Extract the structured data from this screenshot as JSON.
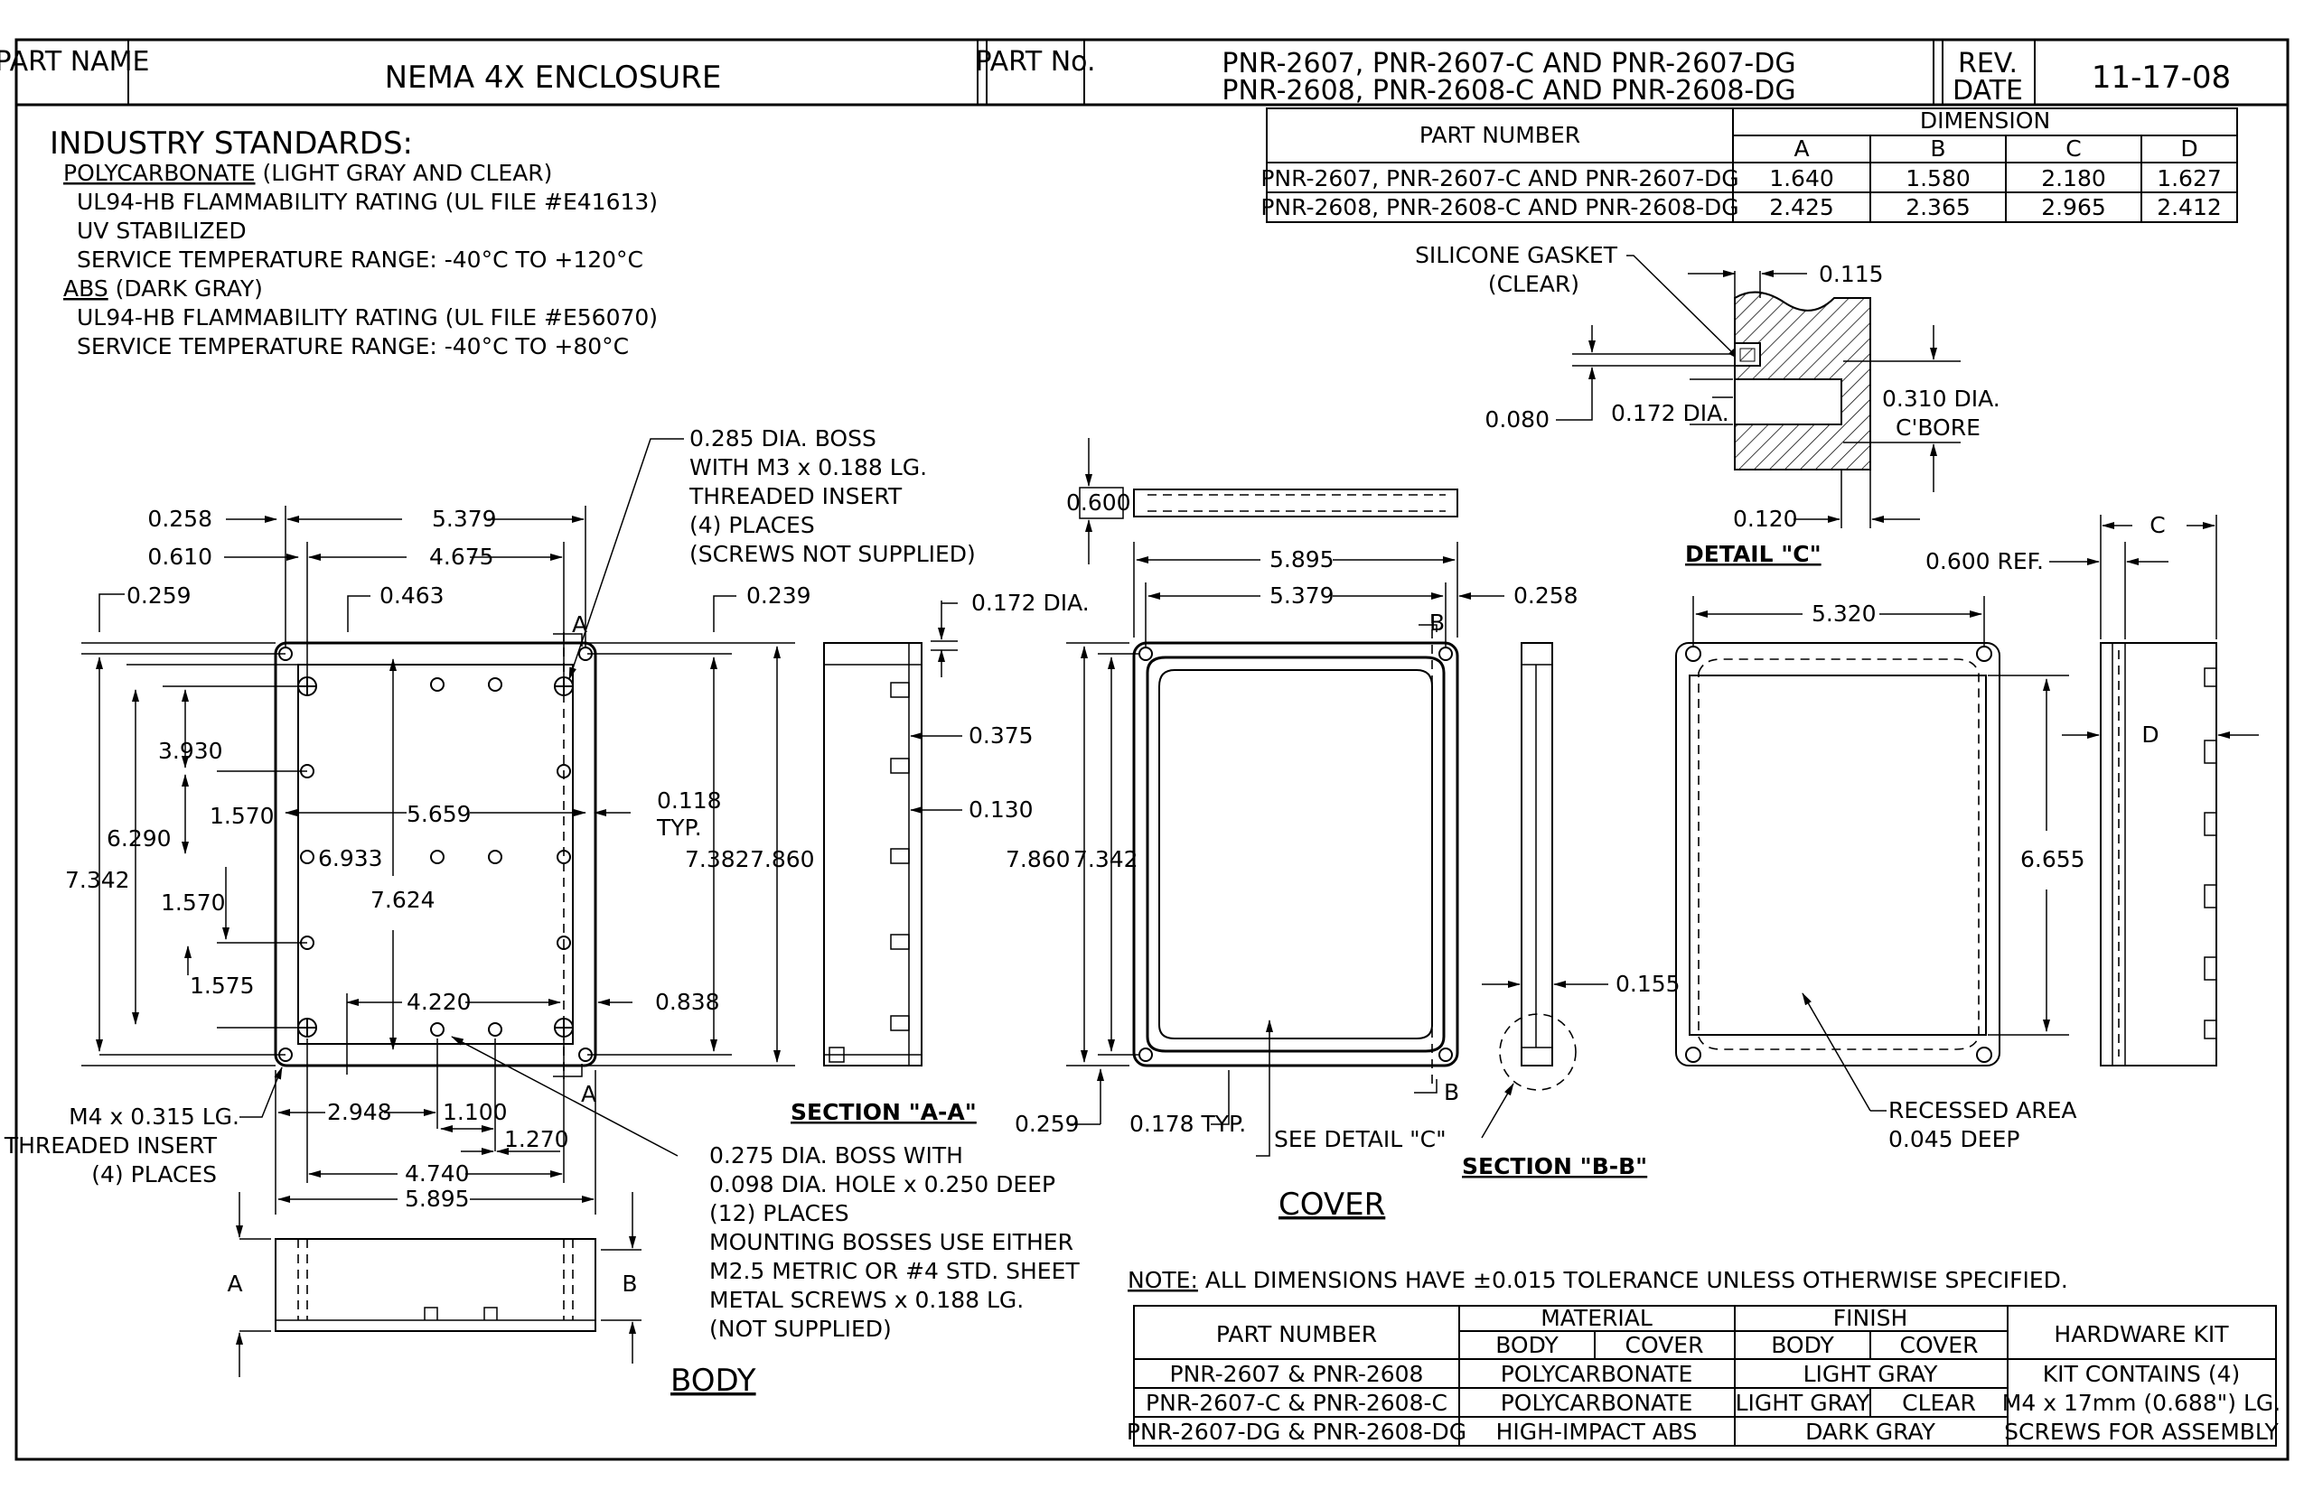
{
  "title_block": {
    "part_name_label": "PART NAME",
    "part_name": "NEMA 4X ENCLOSURE",
    "part_no_label": "PART No.",
    "part_no_line1": "PNR-2607,  PNR-2607-C  AND  PNR-2607-DG",
    "part_no_line2": "PNR-2608,  PNR-2608-C  AND  PNR-2608-DG",
    "rev_label": "REV.",
    "date_label": "DATE",
    "date": "11-17-08"
  },
  "standards": {
    "heading": "INDUSTRY STANDARDS:",
    "pc_name": "POLYCARBONATE",
    "pc_suffix": " (LIGHT GRAY AND CLEAR)",
    "pc_line1": "UL94-HB FLAMMABILITY RATING (UL FILE #E41613)",
    "pc_line2": "UV STABILIZED",
    "pc_line3": "SERVICE TEMPERATURE RANGE:  -40°C TO +120°C",
    "abs_name": "ABS",
    "abs_suffix": " (DARK GRAY)",
    "abs_line1": "UL94-HB FLAMMABILITY RATING (UL FILE #E56070)",
    "abs_line2": "SERVICE TEMPERATURE RANGE:  -40°C TO +80°C"
  },
  "dimension_table": {
    "part_number_header": "PART NUMBER",
    "dimension_header": "DIMENSION",
    "columns": [
      "A",
      "B",
      "C",
      "D"
    ],
    "rows": [
      {
        "part": "PNR-2607, PNR-2607-C AND PNR-2607-DG",
        "values": [
          "1.640",
          "1.580",
          "2.180",
          "1.627"
        ]
      },
      {
        "part": "PNR-2608, PNR-2608-C AND PNR-2608-DG",
        "values": [
          "2.425",
          "2.365",
          "2.965",
          "2.412"
        ]
      }
    ]
  },
  "detail_c": {
    "gasket_l1": "SILICONE GASKET",
    "gasket_l2": "(CLEAR)",
    "d0115": "0.115",
    "d0080": "0.080",
    "d0172": "0.172 DIA.",
    "d0310a": "0.310 DIA.",
    "d0310b": "C'BORE",
    "d0120": "0.120",
    "title": "DETAIL \"C\""
  },
  "body_view": {
    "boss_l1": "0.285 DIA. BOSS",
    "boss_l2": "WITH M3 x 0.188 LG.",
    "boss_l3": "THREADED INSERT",
    "boss_l4": "(4) PLACES",
    "boss_l5": "(SCREWS NOT SUPPLIED)",
    "d0258": "0.258",
    "d5379": "5.379",
    "d0610": "0.610",
    "d4675": "4.675",
    "d0259": "0.259",
    "d0463": "0.463",
    "d0239": "0.239",
    "sec_a": "A",
    "d3930": "3.930",
    "d1570a": "1.570",
    "d5659": "5.659",
    "d0118": "0.118",
    "typ": "TYP.",
    "d6290": "6.290",
    "d6933": "6.933",
    "d7342": "7.342",
    "d7382": "7.382",
    "d7860": "7.860",
    "d1570b": "1.570",
    "d7624": "7.624",
    "d1575": "1.575",
    "d4220": "4.220",
    "d0838": "0.838",
    "m4_l1": "M4 x 0.315 LG.",
    "m4_l2": "THREADED INSERT",
    "m4_l3": "(4) PLACES",
    "d2948": "2.948",
    "d1100": "1.100",
    "d1270": "1.270",
    "d4740": "4.740",
    "d5895": "5.895",
    "side_a": "A",
    "side_b": "B",
    "label": "BODY",
    "mb_l1": "0.275 DIA. BOSS WITH",
    "mb_l2": "0.098 DIA. HOLE x 0.250 DEEP",
    "mb_l3": "(12) PLACES",
    "mb_l4": "MOUNTING BOSSES USE EITHER",
    "mb_l5": "M2.5 METRIC OR #4 STD. SHEET",
    "mb_l6": "METAL SCREWS x 0.188 LG.",
    "mb_l7": "(NOT SUPPLIED)"
  },
  "section_aa": {
    "d0172": "0.172 DIA.",
    "d0375": "0.375",
    "d0130": "0.130",
    "title": "SECTION \"A-A\""
  },
  "cover_view": {
    "d0600": "0.600",
    "d5895": "5.895",
    "d5379": "5.379",
    "d0258": "0.258",
    "sec_b": "B",
    "d7860": "7.860",
    "d7342": "7.342",
    "d0259": "0.259",
    "d0178": "0.178 TYP.",
    "see_detail": "SEE DETAIL \"C\"",
    "label": "COVER"
  },
  "section_bb": {
    "d0155": "0.155",
    "title": "SECTION \"B-B\""
  },
  "cover_back": {
    "d0600ref": "0.600 REF.",
    "dim_c": "C",
    "d5320": "5.320",
    "dim_d": "D",
    "d6655": "6.655",
    "recess_l1": "RECESSED AREA",
    "recess_l2": "0.045 DEEP"
  },
  "note": {
    "label": "NOTE:",
    "text": " ALL DIMENSIONS HAVE ±0.015 TOLERANCE UNLESS OTHERWISE SPECIFIED."
  },
  "material_table": {
    "part_number": "PART NUMBER",
    "material": "MATERIAL",
    "finish": "FINISH",
    "hardware": "HARDWARE KIT",
    "body": "BODY",
    "cover": "COVER",
    "rows": [
      {
        "part": "PNR-2607 & PNR-2608",
        "material": "POLYCARBONATE",
        "finish_body": "LIGHT GRAY",
        "finish_cover": "",
        "finish_span": true,
        "hw": "KIT CONTAINS (4)"
      },
      {
        "part": "PNR-2607-C & PNR-2608-C",
        "material": "POLYCARBONATE",
        "finish_body": "LIGHT GRAY",
        "finish_cover": "CLEAR",
        "finish_span": false,
        "hw": "M4 x 17mm (0.688\") LG."
      },
      {
        "part": "PNR-2607-DG & PNR-2608-DG",
        "material": "HIGH-IMPACT ABS",
        "finish_body": "DARK GRAY",
        "finish_cover": "",
        "finish_span": true,
        "hw": "SCREWS FOR ASSEMBLY"
      }
    ]
  }
}
